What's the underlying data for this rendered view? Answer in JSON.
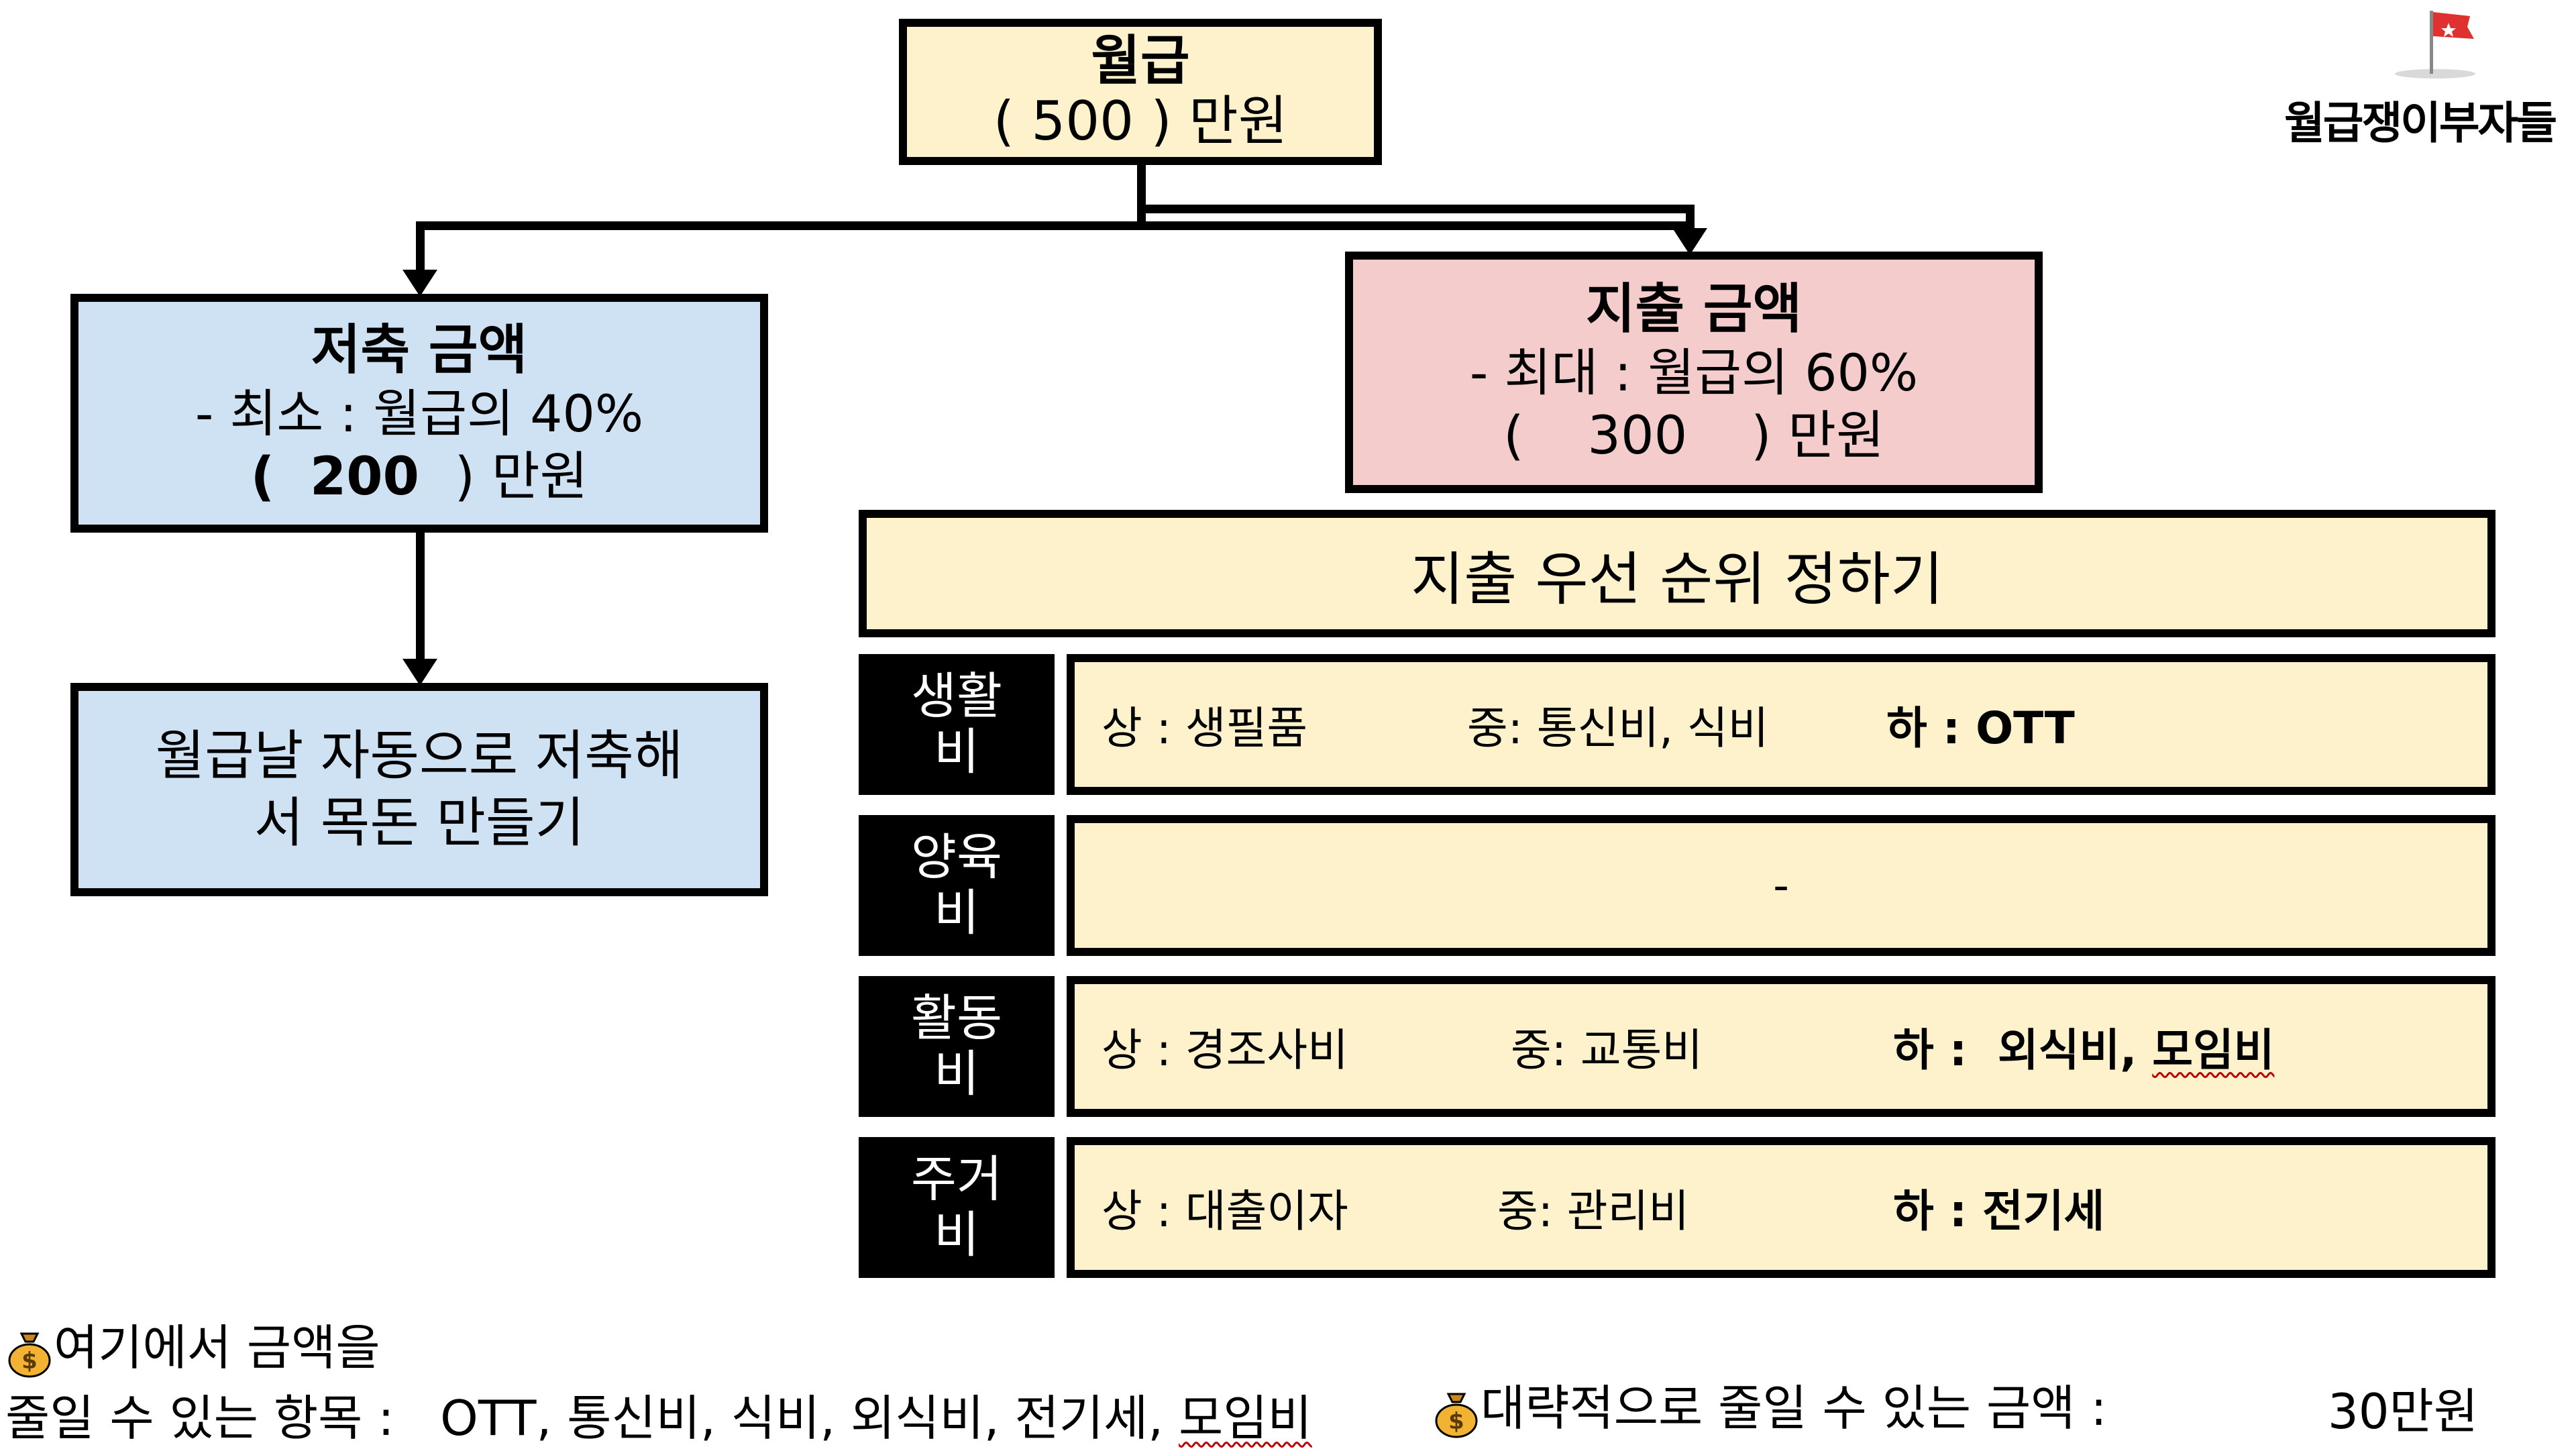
{
  "salary": {
    "title": "월급",
    "amount": "( 500 ) 만원"
  },
  "savings": {
    "title": "저축 금액",
    "rule": "- 최소 : 월급의 40%",
    "amount_open": "(",
    "amount_value": "200",
    "amount_close": ") 만원"
  },
  "auto_save": {
    "line1": "월급날 자동으로 저축해",
    "line2": "서 목돈 만들기"
  },
  "spending": {
    "title": "지출 금액",
    "rule": "- 최대 : 월급의 60%",
    "amount_open": "(",
    "amount_value": "300",
    "amount_close": ") 만원"
  },
  "priority_header": "지출 우선 순위 정하기",
  "categories": [
    {
      "label_line1": "생활",
      "label_line2": "비",
      "high": "상 : 생필품",
      "mid": "중: 통신비, 식비",
      "low": "하 : OTT"
    },
    {
      "label_line1": "양육",
      "label_line2": "비",
      "dash": "-"
    },
    {
      "label_line1": "활동",
      "label_line2": "비",
      "high": "상 :  경조사비",
      "mid": "중: 교통비",
      "low_prefix": "하 :  외식비, ",
      "low_squiggle": "모임비"
    },
    {
      "label_line1": "주거",
      "label_line2": "비",
      "high": "상 : 대출이자",
      "mid": "중: 관리비",
      "low": "하 : 전기세"
    }
  ],
  "brand": {
    "name": "월급쟁이부자들"
  },
  "footer": {
    "line1": "여기에서 금액을",
    "line2_prefix": "줄일 수 있는 항목 :   OTT, 통신비, 식비, 외식비, 전기세, ",
    "line2_squiggle": "모임비",
    "estimate_label": "대략적으로 줄일 수 있는 금액 :",
    "estimate_value": "30만원"
  },
  "icons": [
    "money-bag-icon",
    "flag-icon"
  ],
  "colors": {
    "yellow_box": "#fdf2cc",
    "blue_box": "#cfe2f3",
    "pink_box": "#f4cccc",
    "category_bg": "#000000"
  }
}
